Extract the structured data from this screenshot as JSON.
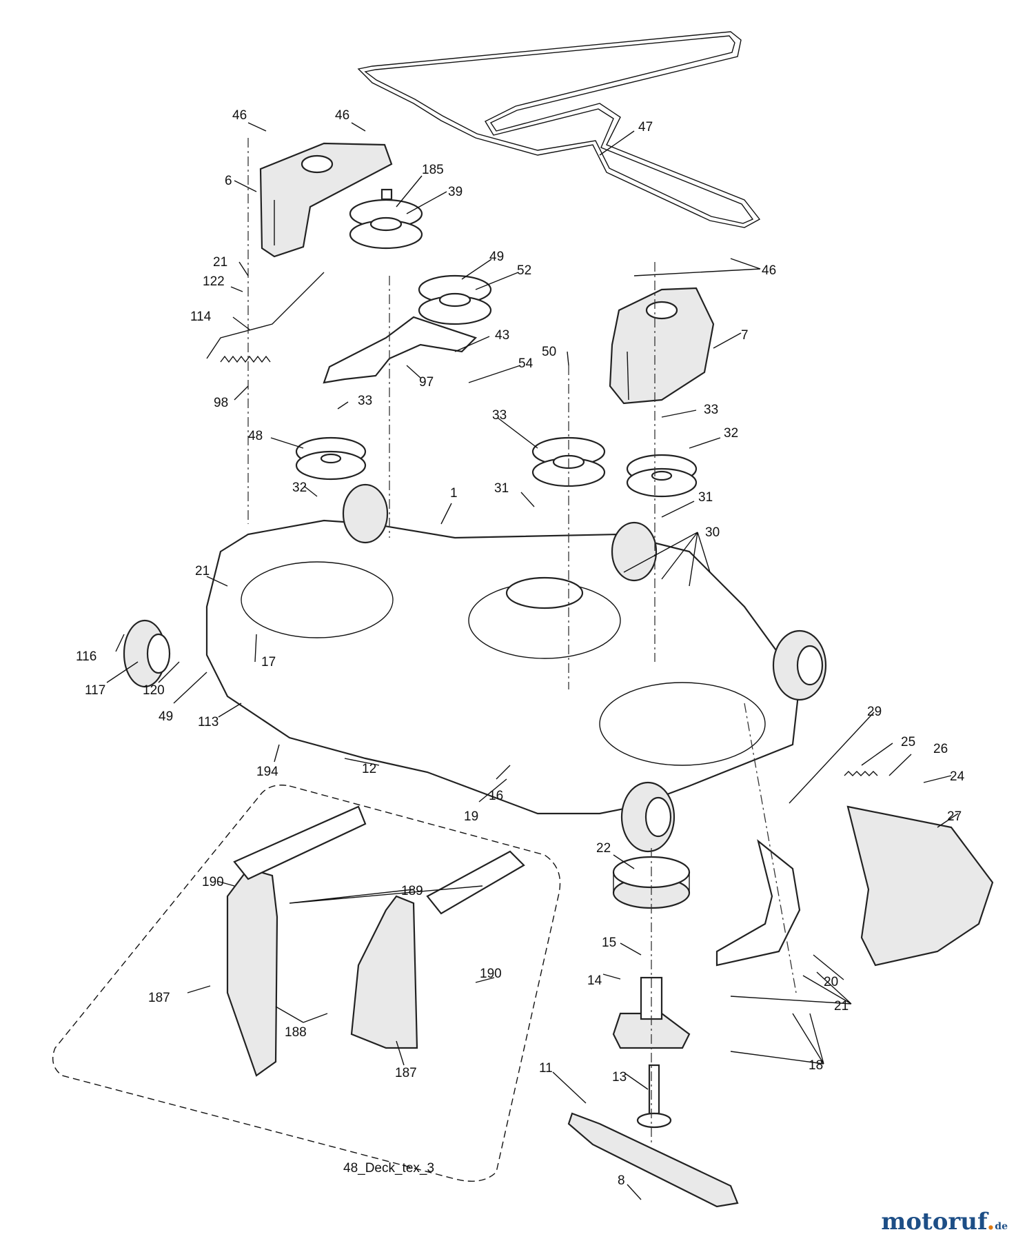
{
  "caption": "48_Deck_tex_3",
  "watermark": {
    "name": "motoruf",
    "dot_part": ".",
    "suffix": "de",
    "colors": {
      "text": "#1d4e86",
      "accent": "#e07a10"
    }
  },
  "callouts": [
    {
      "id": "c-46a",
      "label": "46"
    },
    {
      "id": "c-46b",
      "label": "46"
    },
    {
      "id": "c-46c",
      "label": "46"
    },
    {
      "id": "c-6",
      "label": "6"
    },
    {
      "id": "c-185",
      "label": "185"
    },
    {
      "id": "c-39",
      "label": "39"
    },
    {
      "id": "c-47",
      "label": "47"
    },
    {
      "id": "c-21a",
      "label": "21"
    },
    {
      "id": "c-122",
      "label": "122"
    },
    {
      "id": "c-49a",
      "label": "49"
    },
    {
      "id": "c-52",
      "label": "52"
    },
    {
      "id": "c-114",
      "label": "114"
    },
    {
      "id": "c-43",
      "label": "43"
    },
    {
      "id": "c-7",
      "label": "7"
    },
    {
      "id": "c-50",
      "label": "50"
    },
    {
      "id": "c-54",
      "label": "54"
    },
    {
      "id": "c-97",
      "label": "97"
    },
    {
      "id": "c-98",
      "label": "98"
    },
    {
      "id": "c-33a",
      "label": "33"
    },
    {
      "id": "c-33b",
      "label": "33"
    },
    {
      "id": "c-33c",
      "label": "33"
    },
    {
      "id": "c-48",
      "label": "48"
    },
    {
      "id": "c-32a",
      "label": "32"
    },
    {
      "id": "c-32b",
      "label": "32"
    },
    {
      "id": "c-31a",
      "label": "31"
    },
    {
      "id": "c-31b",
      "label": "31"
    },
    {
      "id": "c-1",
      "label": "1"
    },
    {
      "id": "c-30",
      "label": "30"
    },
    {
      "id": "c-21b",
      "label": "21"
    },
    {
      "id": "c-116",
      "label": "116"
    },
    {
      "id": "c-17",
      "label": "17"
    },
    {
      "id": "c-117",
      "label": "117"
    },
    {
      "id": "c-120",
      "label": "120"
    },
    {
      "id": "c-49b",
      "label": "49"
    },
    {
      "id": "c-113",
      "label": "113"
    },
    {
      "id": "c-194",
      "label": "194"
    },
    {
      "id": "c-12",
      "label": "12"
    },
    {
      "id": "c-16",
      "label": "16"
    },
    {
      "id": "c-19",
      "label": "19"
    },
    {
      "id": "c-29",
      "label": "29"
    },
    {
      "id": "c-25",
      "label": "25"
    },
    {
      "id": "c-26",
      "label": "26"
    },
    {
      "id": "c-24",
      "label": "24"
    },
    {
      "id": "c-27",
      "label": "27"
    },
    {
      "id": "c-22",
      "label": "22"
    },
    {
      "id": "c-190a",
      "label": "190"
    },
    {
      "id": "c-189",
      "label": "189"
    },
    {
      "id": "c-190b",
      "label": "190"
    },
    {
      "id": "c-187a",
      "label": "187"
    },
    {
      "id": "c-188",
      "label": "188"
    },
    {
      "id": "c-187b",
      "label": "187"
    },
    {
      "id": "c-15",
      "label": "15"
    },
    {
      "id": "c-14",
      "label": "14"
    },
    {
      "id": "c-20",
      "label": "20"
    },
    {
      "id": "c-21c",
      "label": "21"
    },
    {
      "id": "c-18",
      "label": "18"
    },
    {
      "id": "c-13",
      "label": "13"
    },
    {
      "id": "c-11",
      "label": "11"
    },
    {
      "id": "c-8",
      "label": "8"
    }
  ]
}
